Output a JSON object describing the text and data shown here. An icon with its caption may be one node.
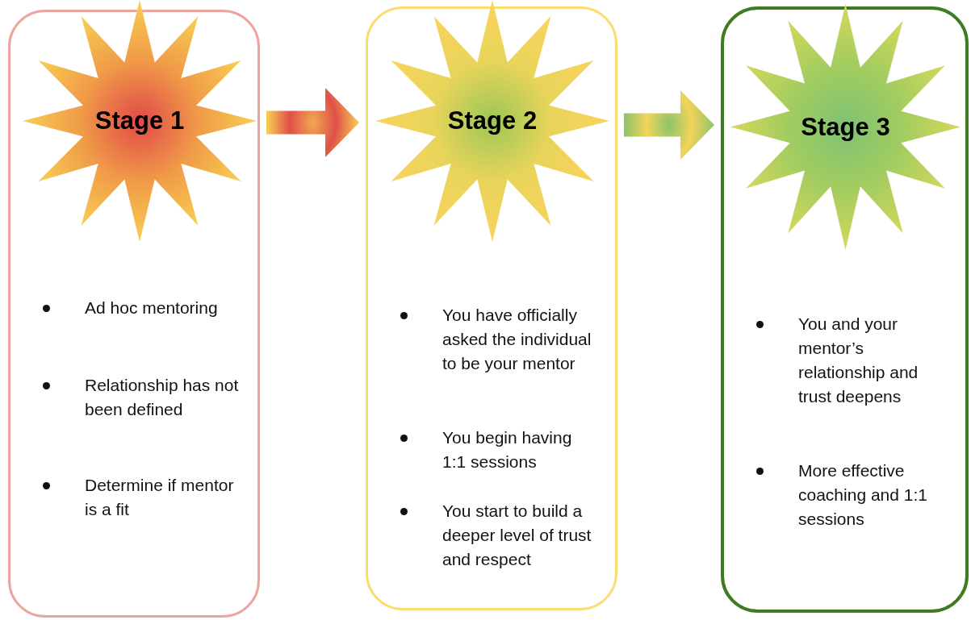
{
  "diagram": {
    "nodes": [
      {
        "text": [
          "Ad hoc mentoring",
          "Relationship has not been defined",
          "Determine if mentor is a fit"
        ]
      },
      {
        "text": [
          "Stage 1"
        ],
        "in": 0
      },
      {
        "text": [
          "You have officially asked the individual to be your mentor",
          "You begin having 1:1 sessions",
          "You start to build a deeper level of trust and respect"
        ]
      },
      {
        "text": [
          "Stage 2"
        ],
        "in": 2
      },
      {
        "text": [
          "You and your mentor’s relationship and trust deepens",
          "More effective coaching and 1:1 sessions"
        ]
      },
      {
        "text": [
          "Stage 3"
        ],
        "in": 4
      }
    ],
    "edges": [
      {
        "from": 0,
        "to": 2,
        "arrow": "to",
        "style": "thick"
      },
      {
        "from": 2,
        "to": 4,
        "arrow": "to",
        "style": "thick"
      }
    ]
  }
}
